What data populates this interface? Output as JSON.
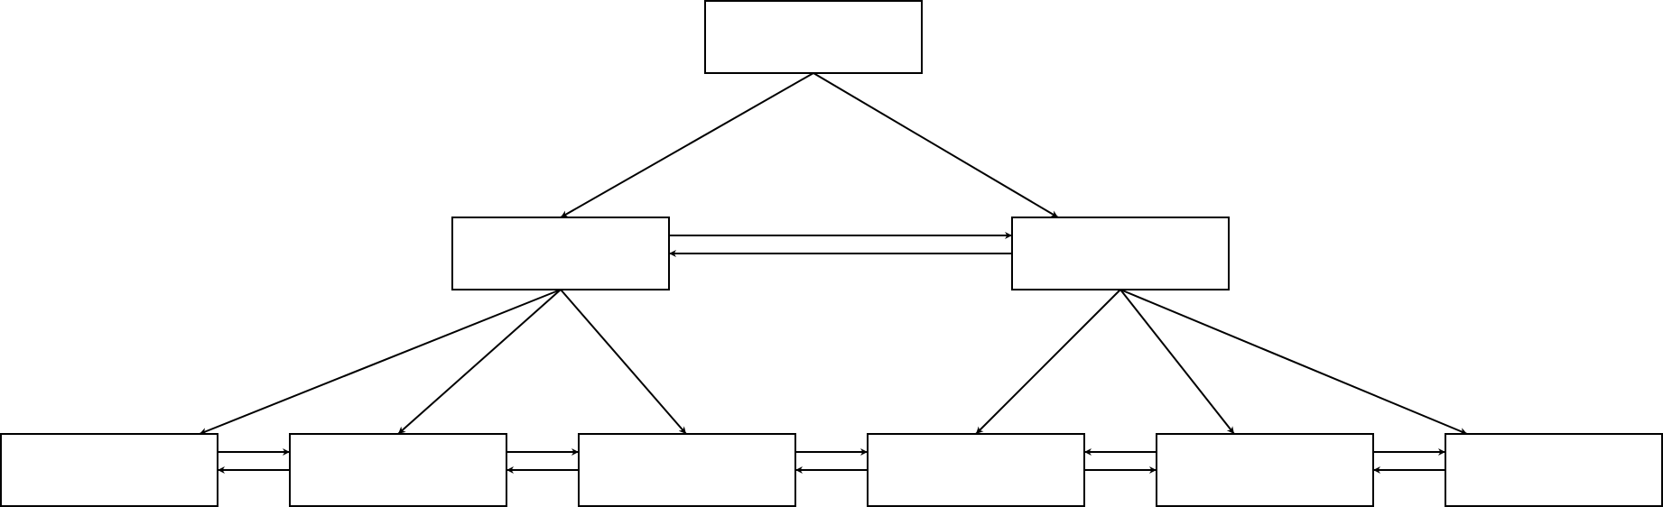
{
  "diagram": {
    "colors": {
      "stroke": "#000000",
      "fill": "#ffffff",
      "background": "#ffffff"
    },
    "nodes": [
      {
        "id": "root",
        "label": ""
      },
      {
        "id": "mid-left",
        "label": ""
      },
      {
        "id": "mid-right",
        "label": ""
      },
      {
        "id": "leaf-1",
        "label": ""
      },
      {
        "id": "leaf-2",
        "label": ""
      },
      {
        "id": "leaf-3",
        "label": ""
      },
      {
        "id": "leaf-4",
        "label": ""
      },
      {
        "id": "leaf-5",
        "label": ""
      },
      {
        "id": "leaf-6",
        "label": ""
      }
    ],
    "edges": [
      {
        "from": "root",
        "to": "mid-left"
      },
      {
        "from": "root",
        "to": "mid-right"
      },
      {
        "from": "mid-left",
        "to": "mid-right"
      },
      {
        "from": "mid-right",
        "to": "mid-left"
      },
      {
        "from": "mid-left",
        "to": "leaf-1"
      },
      {
        "from": "mid-left",
        "to": "leaf-2"
      },
      {
        "from": "mid-left",
        "to": "leaf-3"
      },
      {
        "from": "mid-right",
        "to": "leaf-4"
      },
      {
        "from": "mid-right",
        "to": "leaf-5"
      },
      {
        "from": "mid-right",
        "to": "leaf-6"
      },
      {
        "from": "leaf-1",
        "to": "leaf-2"
      },
      {
        "from": "leaf-2",
        "to": "leaf-1"
      },
      {
        "from": "leaf-2",
        "to": "leaf-3"
      },
      {
        "from": "leaf-3",
        "to": "leaf-2"
      },
      {
        "from": "leaf-3",
        "to": "leaf-4"
      },
      {
        "from": "leaf-4",
        "to": "leaf-3"
      },
      {
        "from": "leaf-5",
        "to": "leaf-4"
      },
      {
        "from": "leaf-4",
        "to": "leaf-5"
      },
      {
        "from": "leaf-5",
        "to": "leaf-6"
      },
      {
        "from": "leaf-6",
        "to": "leaf-5"
      }
    ]
  }
}
